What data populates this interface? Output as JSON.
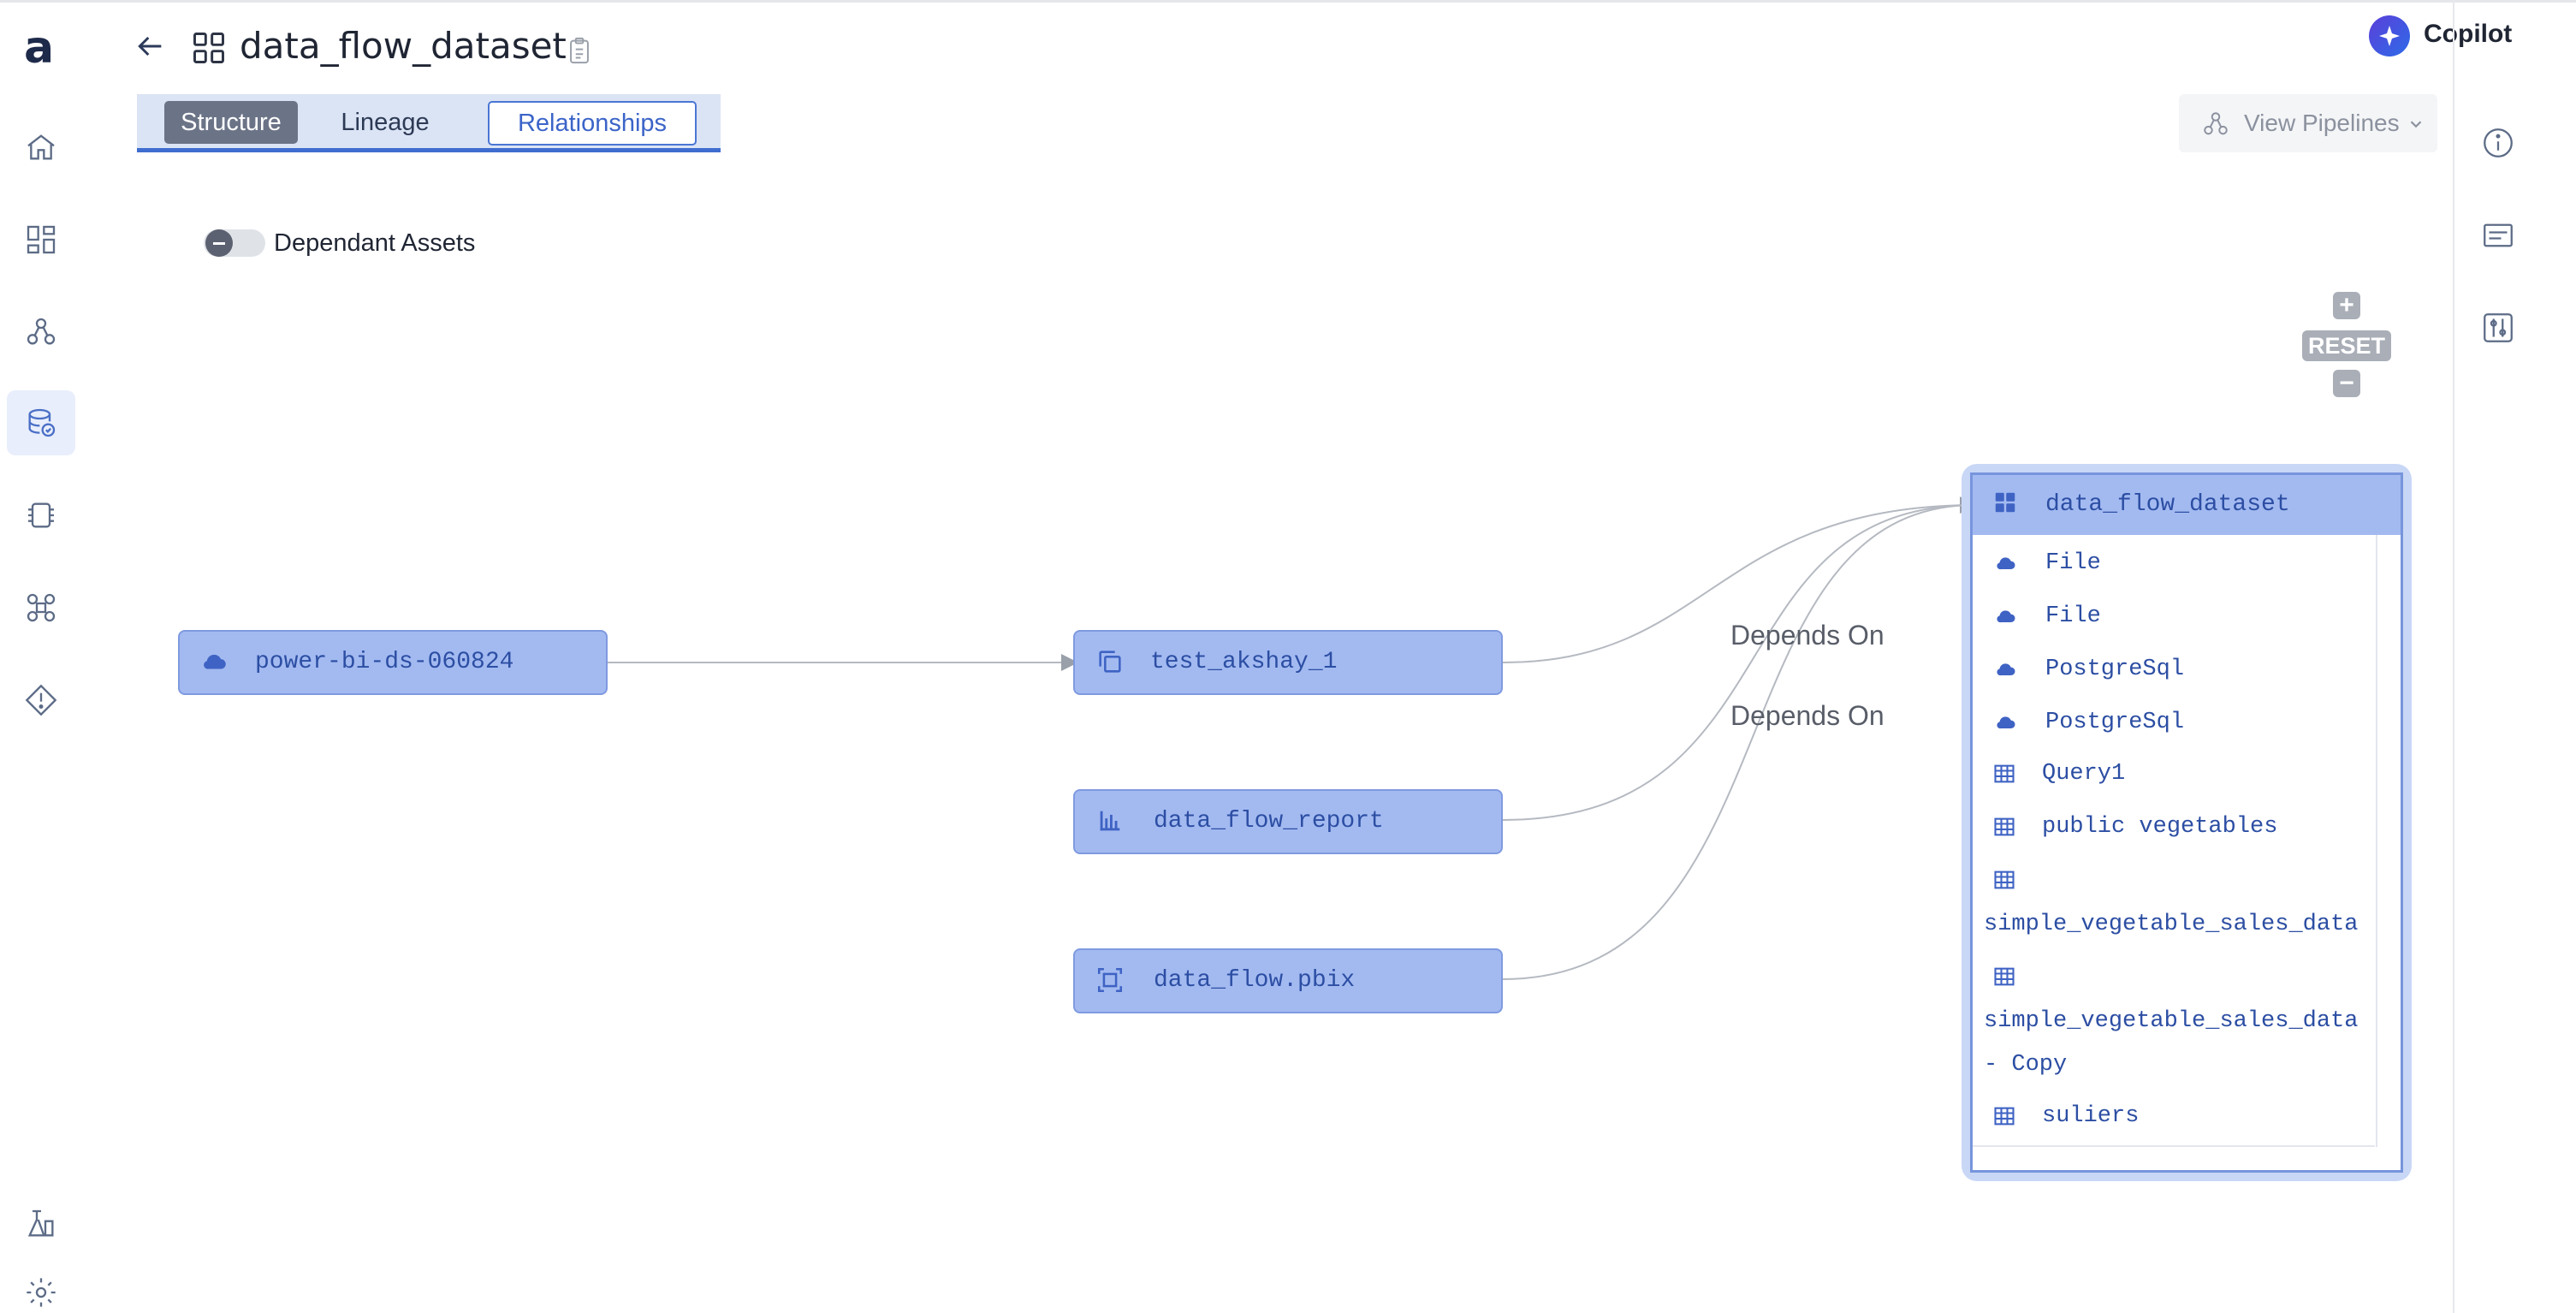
{
  "app": {
    "logo": "a"
  },
  "header": {
    "title": "data_flow_dataset",
    "tabs": [
      {
        "label": "Structure",
        "state": "active"
      },
      {
        "label": "Lineage",
        "state": "normal"
      },
      {
        "label": "Relationships",
        "state": "outlined"
      }
    ],
    "copilot_label": "Copilot",
    "view_pipelines_label": "View Pipelines"
  },
  "sidebar": {
    "items": [
      {
        "icon": "home-icon"
      },
      {
        "icon": "dashboard-icon"
      },
      {
        "icon": "pipelines-icon"
      },
      {
        "icon": "database-icon",
        "active": true
      },
      {
        "icon": "chip-icon"
      },
      {
        "icon": "command-icon"
      },
      {
        "icon": "alert-icon"
      }
    ],
    "bottom_items": [
      {
        "icon": "lab-flask-icon"
      },
      {
        "icon": "settings-gear-icon"
      }
    ]
  },
  "right_rail": {
    "items": [
      {
        "icon": "info-icon"
      },
      {
        "icon": "details-card-icon"
      },
      {
        "icon": "filters-icon"
      }
    ]
  },
  "controls": {
    "dependant_assets_label": "Dependant Assets",
    "dependant_assets_on": false,
    "zoom_in": "+",
    "reset_label": "RESET",
    "zoom_out": "−"
  },
  "graph": {
    "nodes": [
      {
        "label": "power-bi-ds-060824",
        "icon": "cloud-icon"
      },
      {
        "label": "test_akshay_1",
        "icon": "copy-icon"
      },
      {
        "label": "data_flow_report",
        "icon": "bar-chart-icon"
      },
      {
        "label": "data_flow.pbix",
        "icon": "frame-icon"
      }
    ],
    "edge_labels": [
      "Depends On",
      "Depends On"
    ],
    "dataset": {
      "title": "data_flow_dataset",
      "items": [
        {
          "label": "File",
          "icon": "cloud-icon"
        },
        {
          "label": "File",
          "icon": "cloud-icon"
        },
        {
          "label": "PostgreSql",
          "icon": "cloud-icon"
        },
        {
          "label": "PostgreSql",
          "icon": "cloud-icon"
        },
        {
          "label": "Query1",
          "icon": "table-icon"
        },
        {
          "label": "public vegetables",
          "icon": "table-icon"
        },
        {
          "label": "simple_vegetable_sales_data",
          "icon": "table-icon"
        },
        {
          "label": "simple_vegetable_sales_data",
          "label_line2": "- Copy",
          "icon": "table-icon"
        },
        {
          "label": "suliers",
          "icon": "table-icon"
        }
      ]
    }
  },
  "colors": {
    "node_fill": "#a3baf1",
    "node_text": "#2c4ea3",
    "accent": "#3f6dcf",
    "tab_active": "#6b7487"
  }
}
